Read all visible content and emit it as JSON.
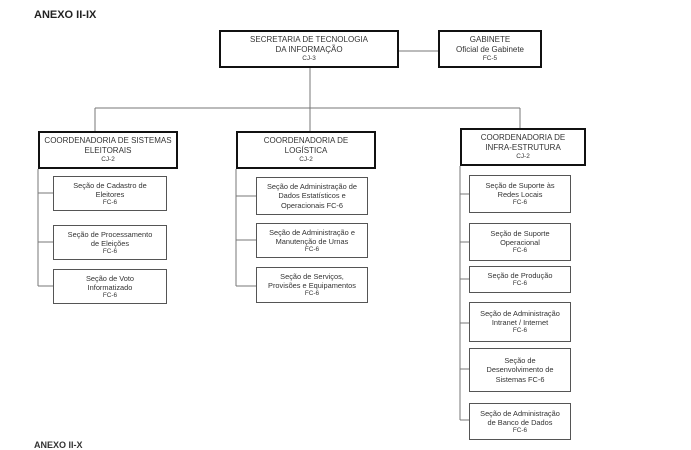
{
  "title": "ANEXO II-IX",
  "footer": "ANEXO II-X",
  "top": {
    "secretaria": {
      "l1": "SECRETARIA DE TECNOLOGIA",
      "l2": "DA INFORMAÇÃO",
      "code": "CJ-3"
    },
    "gabinete": {
      "l1": "GABINETE",
      "l2": "Oficial de Gabinete",
      "code": "FC-5"
    }
  },
  "coord": [
    {
      "l1": "COORDENADORIA DE SISTEMAS",
      "l2": "ELEITORAIS",
      "code": "CJ-2"
    },
    {
      "l1": "COORDENADORIA DE",
      "l2": "LOGÍSTICA",
      "code": "CJ-2"
    },
    {
      "l1": "COORDENADORIA DE",
      "l2": "INFRA-ESTRUTURA",
      "code": "CJ-2"
    }
  ],
  "sistemas": [
    {
      "l1": "Seção de Cadastro de",
      "l2": "Eleitores",
      "code": "FC-6"
    },
    {
      "l1": "Seção de Processamento",
      "l2": "de Eleições",
      "code": "FC-6"
    },
    {
      "l1": "Seção de Voto",
      "l2": "Informatizado",
      "code": "FC-6"
    }
  ],
  "logistica": [
    {
      "l1": "Seção de Administração de",
      "l2": "Dados Estatísticos e",
      "l3": "Operacionais FC-6"
    },
    {
      "l1": "Seção de Administração e",
      "l2": "Manutenção de Urnas",
      "l3": "FC-6"
    },
    {
      "l1": "Seção de Serviços,",
      "l2": "Provisões e Equipamentos",
      "l3": "FC-6"
    }
  ],
  "infra": [
    {
      "l1": "Seção de Suporte às",
      "l2": "Redes Locais",
      "l3": "FC-6"
    },
    {
      "l1": "Seção de Suporte",
      "l2": "Operacional",
      "l3": "FC-6"
    },
    {
      "l1": "Seção de Produção",
      "l2": "FC-6"
    },
    {
      "l1": "Seção de Administração",
      "l2": "Intranet / Internet",
      "l3": "FC-6"
    },
    {
      "l1": "Seção de",
      "l2": "Desenvolvimento de",
      "l3": "Sistemas FC-6"
    },
    {
      "l1": "Seção de Administração",
      "l2": "de Banco de Dados",
      "l3": "FC-6"
    }
  ]
}
